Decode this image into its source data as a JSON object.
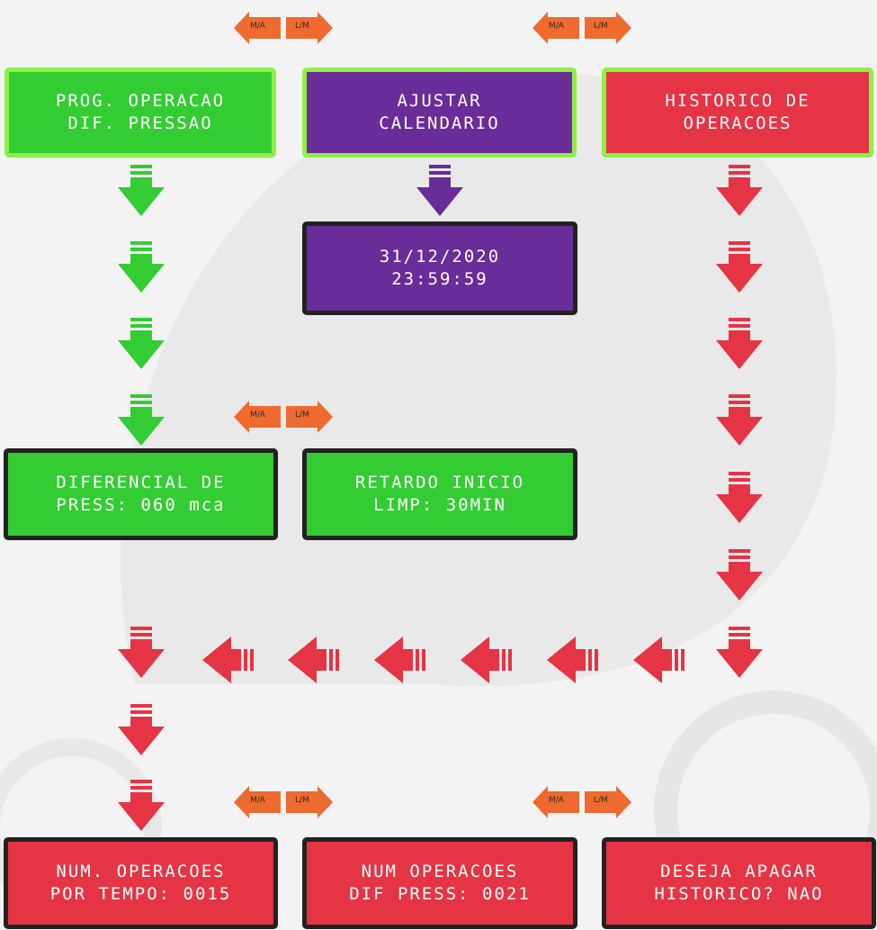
{
  "colors": {
    "green": "#33cc33",
    "purple": "#6a2c99",
    "red": "#e53444",
    "border": "#222222",
    "selected_border": "#8cf046",
    "button_fill": "#ee6a2e"
  },
  "buttons": {
    "ma_label": "M/A",
    "lm_label": "L/M"
  },
  "screens": {
    "prog_operacao": {
      "line1": "PROG. OPERACAO",
      "line2": "DIF. PRESSAO"
    },
    "ajustar_calendario": {
      "line1": "AJUSTAR",
      "line2": "CALENDARIO"
    },
    "historico_operacoes": {
      "line1": "HISTORICO DE",
      "line2": "OPERACOES"
    },
    "data_hora": {
      "line1": "31/12/2020",
      "line2": "23:59:59"
    },
    "diferencial_press": {
      "line1": "DIFERENCIAL DE",
      "line2": "PRESS: 060 mca"
    },
    "retardo_inicio": {
      "line1": "RETARDO INICIO",
      "line2": "LIMP: 30MIN"
    },
    "num_operacoes_tempo": {
      "line1": "NUM. OPERACOES",
      "line2": "POR TEMPO: 0015"
    },
    "num_operacoes_dif": {
      "line1": "NUM OPERACOES",
      "line2": "DIF PRESS: 0021"
    },
    "deseja_apagar": {
      "line1": "DESEJA APAGAR",
      "line2": "HISTORICO? NAO"
    }
  }
}
